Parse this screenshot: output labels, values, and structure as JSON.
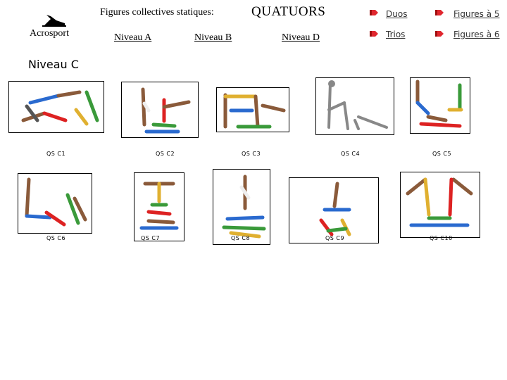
{
  "header": {
    "title_prefix": "Figures collectives statiques:",
    "title_main": "QUATUORS",
    "app_name": "Acrosport"
  },
  "levels": {
    "a": "Niveau A",
    "b": "Niveau B",
    "d": "Niveau D",
    "current": "Niveau C"
  },
  "nav": {
    "duos": "Duos",
    "trios": "Trios",
    "figures5": "Figures à 5",
    "figures6": "Figures à 6",
    "arrow_color": "#e0262e"
  },
  "figures": [
    {
      "label": "QS C1"
    },
    {
      "label": "QS C2"
    },
    {
      "label": "QS C3"
    },
    {
      "label": "QS C4"
    },
    {
      "label": "QS C5"
    },
    {
      "label": "QS C6"
    },
    {
      "label": "QS C7"
    },
    {
      "label": "QS C8"
    },
    {
      "label": "QS C9"
    },
    {
      "label": "QS C10"
    }
  ]
}
